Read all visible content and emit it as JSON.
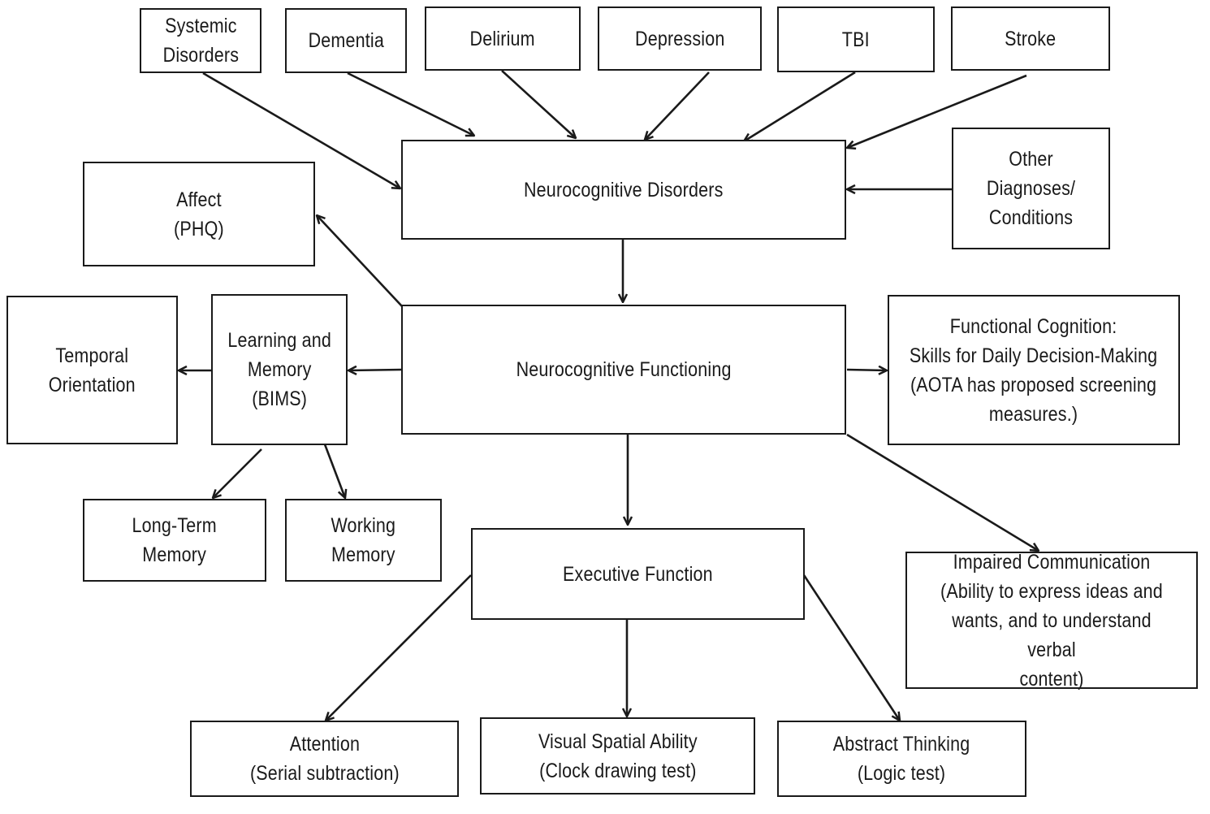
{
  "nodes": {
    "systemic_disorders": "Systemic\nDisorders",
    "dementia": "Dementia",
    "delirium": "Delirium",
    "depression": "Depression",
    "tbi": "TBI",
    "stroke": "Stroke",
    "neurocognitive_disorders": "Neurocognitive Disorders",
    "other_diagnoses": "Other\nDiagnoses/\nConditions",
    "affect": "Affect\n(PHQ)",
    "neurocognitive_functioning": "Neurocognitive Functioning",
    "temporal_orientation": "Temporal\nOrientation",
    "learning_memory": "Learning and\nMemory\n(BIMS)",
    "functional_cognition": "Functional Cognition:\nSkills for Daily Decision-Making\n(AOTA has proposed screening\nmeasures.)",
    "long_term_memory": "Long-Term\nMemory",
    "working_memory": "Working\nMemory",
    "executive_function": "Executive Function",
    "impaired_communication": "Impaired Communication\n(Ability to express ideas and\nwants, and to understand verbal\ncontent)",
    "attention": "Attention\n(Serial subtraction)",
    "visual_spatial": "Visual Spatial Ability\n(Clock drawing test)",
    "abstract_thinking": "Abstract Thinking\n(Logic test)"
  },
  "edges": [
    {
      "from": "systemic_disorders",
      "to": "neurocognitive_disorders"
    },
    {
      "from": "dementia",
      "to": "neurocognitive_disorders"
    },
    {
      "from": "delirium",
      "to": "neurocognitive_disorders"
    },
    {
      "from": "depression",
      "to": "neurocognitive_disorders"
    },
    {
      "from": "tbi",
      "to": "neurocognitive_disorders"
    },
    {
      "from": "stroke",
      "to": "neurocognitive_disorders"
    },
    {
      "from": "other_diagnoses",
      "to": "neurocognitive_disorders"
    },
    {
      "from": "neurocognitive_disorders",
      "to": "neurocognitive_functioning"
    },
    {
      "from": "neurocognitive_functioning",
      "to": "affect"
    },
    {
      "from": "neurocognitive_functioning",
      "to": "learning_memory"
    },
    {
      "from": "learning_memory",
      "to": "temporal_orientation"
    },
    {
      "from": "learning_memory",
      "to": "long_term_memory"
    },
    {
      "from": "learning_memory",
      "to": "working_memory"
    },
    {
      "from": "neurocognitive_functioning",
      "to": "functional_cognition"
    },
    {
      "from": "neurocognitive_functioning",
      "to": "executive_function"
    },
    {
      "from": "neurocognitive_functioning",
      "to": "impaired_communication"
    },
    {
      "from": "executive_function",
      "to": "attention"
    },
    {
      "from": "executive_function",
      "to": "visual_spatial"
    },
    {
      "from": "executive_function",
      "to": "abstract_thinking"
    }
  ]
}
